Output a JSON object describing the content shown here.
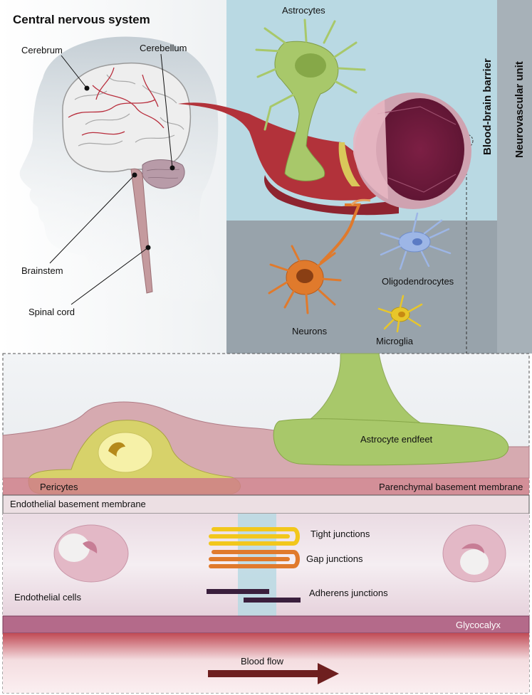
{
  "top_panel": {
    "title": "Central nervous system",
    "labels": {
      "cerebrum": "Cerebrum",
      "cerebellum": "Cerebellum",
      "brainstem": "Brainstem",
      "spinal_cord": "Spinal cord",
      "astrocytes": "Astrocytes",
      "oligodendrocytes": "Oligodendrocytes",
      "neurons": "Neurons",
      "microglia": "Microglia"
    },
    "vertical_labels": {
      "bbb": "Blood-brain barrier",
      "nvu": "Neurovascular unit"
    }
  },
  "bottom_panel": {
    "astrocyte_endfeet": "Astrocyte endfeet",
    "pericytes": "Pericytes",
    "parenchymal_bm": "Parenchymal basement membrane",
    "endothelial_bm": "Endothelial basement membrane",
    "tight_junctions": "Tight junctions",
    "gap_junctions": "Gap junctions",
    "adherens_junctions": "Adherens junctions",
    "endothelial_cells": "Endothelial cells",
    "glycocalyx": "Glycocalyx",
    "blood_flow": "Blood flow"
  },
  "colors": {
    "bbb_region": "#b9d9e3",
    "nvu_region": "#a7b1b8",
    "vessel_red": "#b2323a",
    "astrocyte_green": "#a8c86a",
    "pericyte_yellow": "#e6e07a",
    "tight_junction": "#f2c71c",
    "gap_junction": "#e07a2c",
    "adherens_junction": "#3a1f3d",
    "glycocalyx": "#b46a8a",
    "blood_flow_arrow": "#6e1f1f"
  },
  "icons": [
    "brain-illustration",
    "astrocyte-cell",
    "neuron-cell",
    "oligodendrocyte-cell",
    "microglia-cell",
    "vessel-cross-section"
  ]
}
